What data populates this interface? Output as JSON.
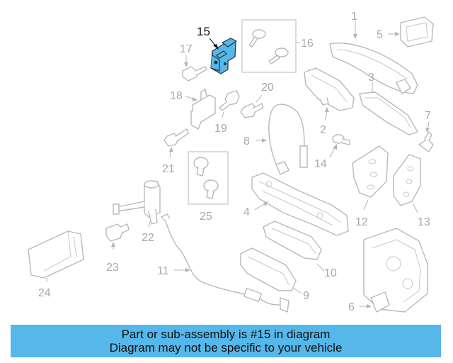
{
  "diagram": {
    "highlighted_callout": "15",
    "callouts": [
      "1",
      "2",
      "3",
      "4",
      "5",
      "6",
      "7",
      "8",
      "9",
      "10",
      "11",
      "12",
      "13",
      "14",
      "16",
      "17",
      "18",
      "19",
      "20",
      "21",
      "22",
      "23",
      "24",
      "25"
    ],
    "highlight_color": "#57b8e8"
  },
  "banner": {
    "line1": "Part or sub-assembly is #15 in diagram",
    "line2": "Diagram may not be specific to your vehicle",
    "background": "#55b7ea"
  }
}
